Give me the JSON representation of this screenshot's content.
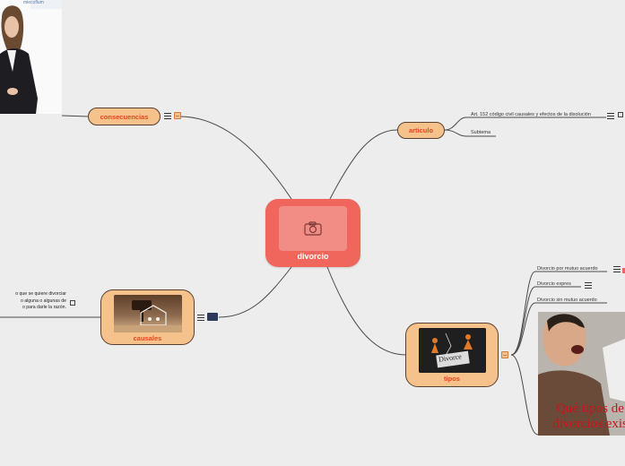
{
  "central": {
    "label": "divorcio",
    "icon": "camera-icon"
  },
  "topics": {
    "consecuencias": {
      "label": "consecuencias"
    },
    "articulo": {
      "label": "articulo",
      "subtopics": [
        "Art. 152 código civil causales y efectos de la disolución",
        "Subtema"
      ]
    },
    "causales": {
      "label": "causales",
      "note": "o que se quiere divorciar\n o alguna o algunas de\no para darle la razón."
    },
    "tipos": {
      "label": "tipos",
      "image_text": "Divorce",
      "subtopics": [
        "Divorcio por mutuo acuerdo",
        "Divorcio expres",
        "Divorcio sin mutuo acuerdo"
      ],
      "photo_caption": "Qué tipos de divorcios exis"
    }
  },
  "woman_photo_caption": "miecoflum",
  "colors": {
    "background": "#ededed",
    "central": "#f0655c",
    "topic_fill": "#f5c28c",
    "topic_text": "#e0471c",
    "line": "#4a4a4a"
  }
}
